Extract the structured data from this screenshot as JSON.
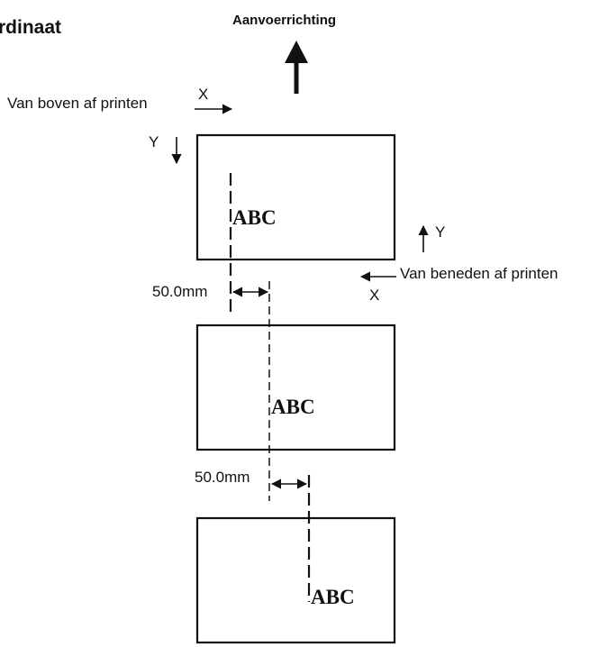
{
  "title_partial": "rdinaat",
  "feed_direction_label": "Aanvoerrichting",
  "top_print": {
    "label": "Van boven af printen",
    "x_axis": "X",
    "y_axis": "Y"
  },
  "bottom_print": {
    "label": "Van beneden af printen",
    "x_axis": "X",
    "y_axis": "Y"
  },
  "labels": [
    {
      "text": "ABC"
    },
    {
      "text": "ABC"
    },
    {
      "text": "ABC"
    }
  ],
  "offsets": [
    {
      "text": "50.0mm"
    },
    {
      "text": "50.0mm"
    }
  ],
  "colors": {
    "ink": "#111111",
    "background": "#ffffff"
  }
}
